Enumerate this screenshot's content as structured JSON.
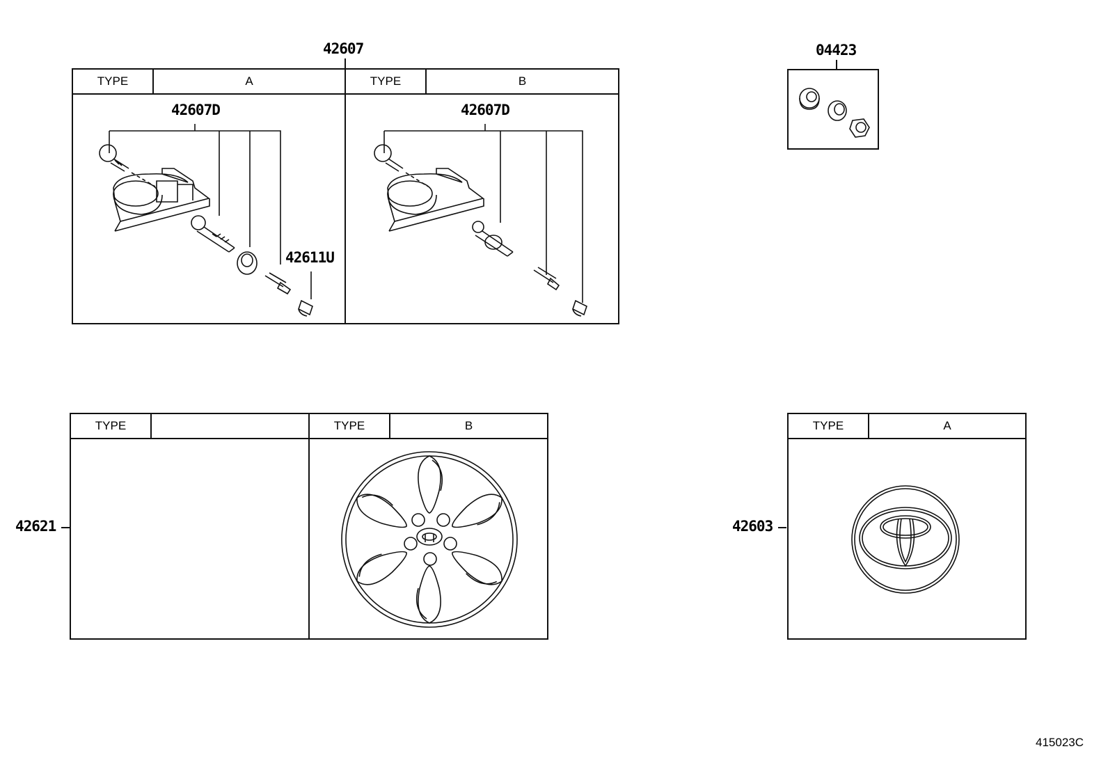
{
  "labels": {
    "sensor_assembly": "42607",
    "sensor_sub_a": "42607D",
    "sensor_sub_b": "42607D",
    "valve_cap": "42611U",
    "grommet_kit": "04423",
    "wheel_cap": "42621",
    "ornament": "42603",
    "drawing_number": "415023C"
  },
  "panels": {
    "sensor_a": {
      "type_label": "TYPE",
      "type_value": "A"
    },
    "sensor_b": {
      "type_label": "TYPE",
      "type_value": "B"
    },
    "cap_blank": {
      "type_label": "TYPE",
      "type_value": ""
    },
    "cap_b": {
      "type_label": "TYPE",
      "type_value": "B"
    },
    "ornament_a": {
      "type_label": "TYPE",
      "type_value": "A"
    }
  }
}
